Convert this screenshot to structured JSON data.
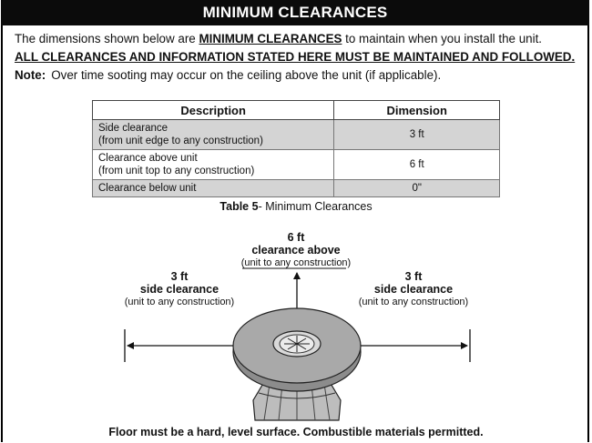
{
  "header": {
    "title": "MINIMUM CLEARANCES"
  },
  "intro": {
    "before": "The dimensions shown below are ",
    "emphasis": "MINIMUM CLEARANCES",
    "after": " to maintain when you install the unit.",
    "warning": "ALL CLEARANCES AND INFORMATION STATED HERE MUST BE MAINTAINED AND FOLLOWED.",
    "note_label": "Note:",
    "note_text": "Over time sooting may occur on the ceiling above the unit (if applicable)."
  },
  "table": {
    "headers": [
      "Description",
      "Dimension"
    ],
    "rows": [
      {
        "line1": "Side clearance",
        "line2": "(from unit edge to any construction)",
        "dimension": "3 ft"
      },
      {
        "line1": "Clearance above unit",
        "line2": "(from unit top to any construction)",
        "dimension": "6 ft"
      },
      {
        "line1": "Clearance below unit",
        "line2": "",
        "dimension": "0\""
      }
    ],
    "caption_bold": "Table 5",
    "caption_rest": "- Minimum Clearances"
  },
  "diagram": {
    "above": {
      "value": "6 ft",
      "title": "clearance above",
      "sub": "(unit to any construction)"
    },
    "left": {
      "value": "3 ft",
      "title": "side clearance",
      "sub": "(unit to any construction)"
    },
    "right": {
      "value": "3 ft",
      "title": "side clearance",
      "sub": "(unit to any construction)"
    },
    "floor_note": "Floor must be a hard, level surface. Combustible materials permitted."
  }
}
